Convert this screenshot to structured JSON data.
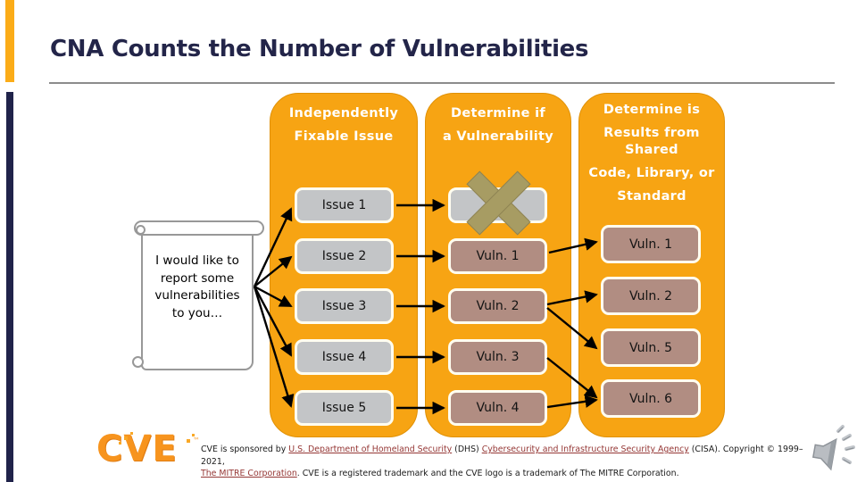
{
  "title": "CNA Counts the Number of Vulnerabilities",
  "note": {
    "lines": [
      "I would like to",
      "report some",
      "vulnerabilities",
      "to you…"
    ]
  },
  "columns": [
    {
      "header_lines": [
        "Independently",
        "Fixable Issue"
      ],
      "boxes": [
        "Issue 1",
        "Issue 2",
        "Issue 3",
        "Issue 4",
        "Issue 5"
      ]
    },
    {
      "header_lines": [
        "Determine if",
        "a Vulnerability"
      ],
      "rejected_slot_icon": "x-cross-icon",
      "boxes": [
        "Vuln. 1",
        "Vuln. 2",
        "Vuln. 3",
        "Vuln. 4"
      ]
    },
    {
      "header_lines": [
        "Determine is",
        "Results from",
        "Shared",
        "Code, Library, or",
        "Standard"
      ],
      "boxes": [
        "Vuln. 1",
        "Vuln. 2",
        "Vuln. 5",
        "Vuln. 6"
      ]
    }
  ],
  "footer": {
    "lines": [
      {
        "segments": [
          {
            "text": "CVE is sponsored by ",
            "link": false
          },
          {
            "text": "U.S. Department of Homeland Security",
            "link": true
          },
          {
            "text": " (DHS) ",
            "link": false
          },
          {
            "text": "Cybersecurity and Infrastructure Security Agency",
            "link": true
          },
          {
            "text": " (CISA). Copyright © 1999–2021,",
            "link": false
          }
        ]
      },
      {
        "segments": [
          {
            "text": "The MITRE Corporation",
            "link": true
          },
          {
            "text": ". CVE is a registered trademark and the CVE logo is a trademark of The MITRE Corporation.",
            "link": false
          }
        ]
      }
    ]
  },
  "logo": {
    "text": "CVE",
    "trademark": "™"
  },
  "colors": {
    "column_orange": "#F7A413",
    "title_navy": "#232549",
    "edge_bar_orange": "#FBAC18",
    "edge_bar_navy": "#20234A",
    "issue_gray": "#C3C5C7",
    "vuln_mauve": "#B18D82",
    "x_cross_tan": "#A79C63",
    "link_maroon": "#953735",
    "logo_orange": "#F7941E"
  }
}
